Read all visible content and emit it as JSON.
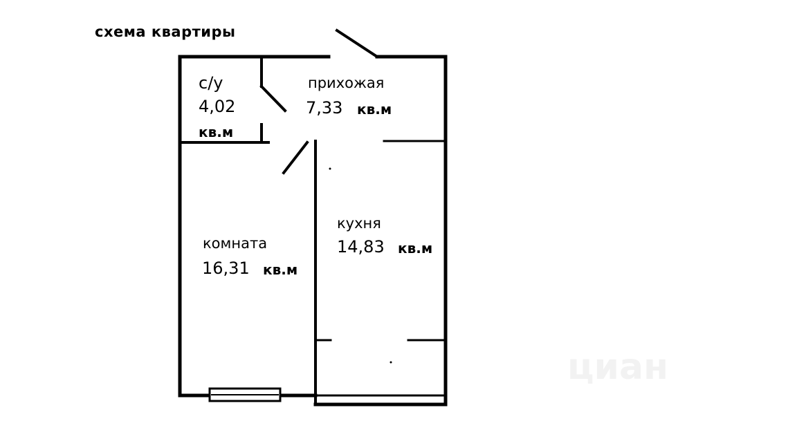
{
  "title": "схема квартиры",
  "rooms": {
    "bathroom": {
      "name": "с/у",
      "area": "4,02",
      "unit": "кв.м"
    },
    "hallway": {
      "name": "прихожая",
      "area": "7,33",
      "unit": "кв.м"
    },
    "room": {
      "name": "комната",
      "area": "16,31",
      "unit": "кв.м"
    },
    "kitchen": {
      "name": "кухня",
      "area": "14,83",
      "unit": "кв.м"
    }
  },
  "watermark": "циан",
  "colors": {
    "wall": "#000000",
    "background": "#ffffff",
    "watermark": "#f2f2f2"
  }
}
